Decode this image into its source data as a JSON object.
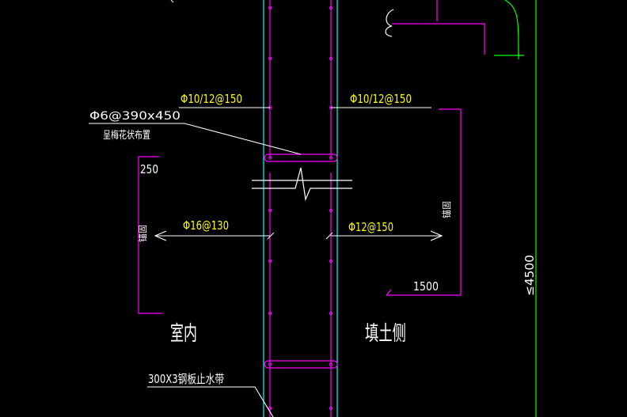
{
  "colors": {
    "background": "#000000",
    "wall_face": "#00ffff",
    "rebar": "#ff00ff",
    "annotation_text": "#ffff00",
    "leader_line": "#ffffff",
    "label_text": "#ffffff",
    "green_line": "#00ff00"
  },
  "labels": {
    "rebar_left_vertical": "Φ10/12@150",
    "rebar_right_vertical": "Φ10/12@150",
    "tie_bar": "Φ6@390x450",
    "tie_bar_note": "呈梅花状布置",
    "left_dim": "250",
    "left_horizontal": "Φ16@130",
    "right_horizontal": "Φ12@150",
    "right_dim": "1500",
    "vertical_dim": "≤4500",
    "indoor": "室内",
    "backfill_side": "填土侧",
    "waterstop": "300X3钢板止水带",
    "left_anchor_note": "锚固",
    "right_anchor_note": "锚固"
  }
}
